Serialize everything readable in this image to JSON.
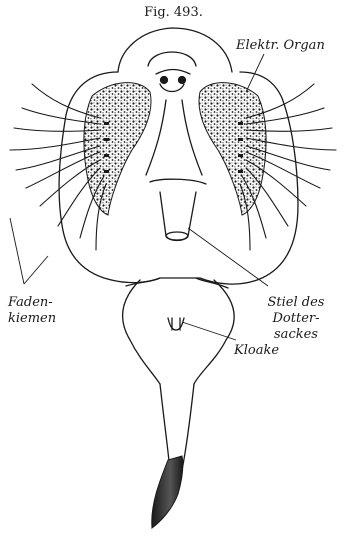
{
  "figure": {
    "title": "Fig. 493."
  },
  "labels": {
    "elektr_organ": "Elektr. Organ",
    "faden_line1": "Faden-",
    "faden_line2": "kiemen",
    "stiel_line1": "Stiel des",
    "stiel_line2": "Dotter-",
    "stiel_line3": "sackes",
    "kloake": "Kloake"
  },
  "colors": {
    "ink": "#1a1a1a",
    "background": "#ffffff"
  }
}
